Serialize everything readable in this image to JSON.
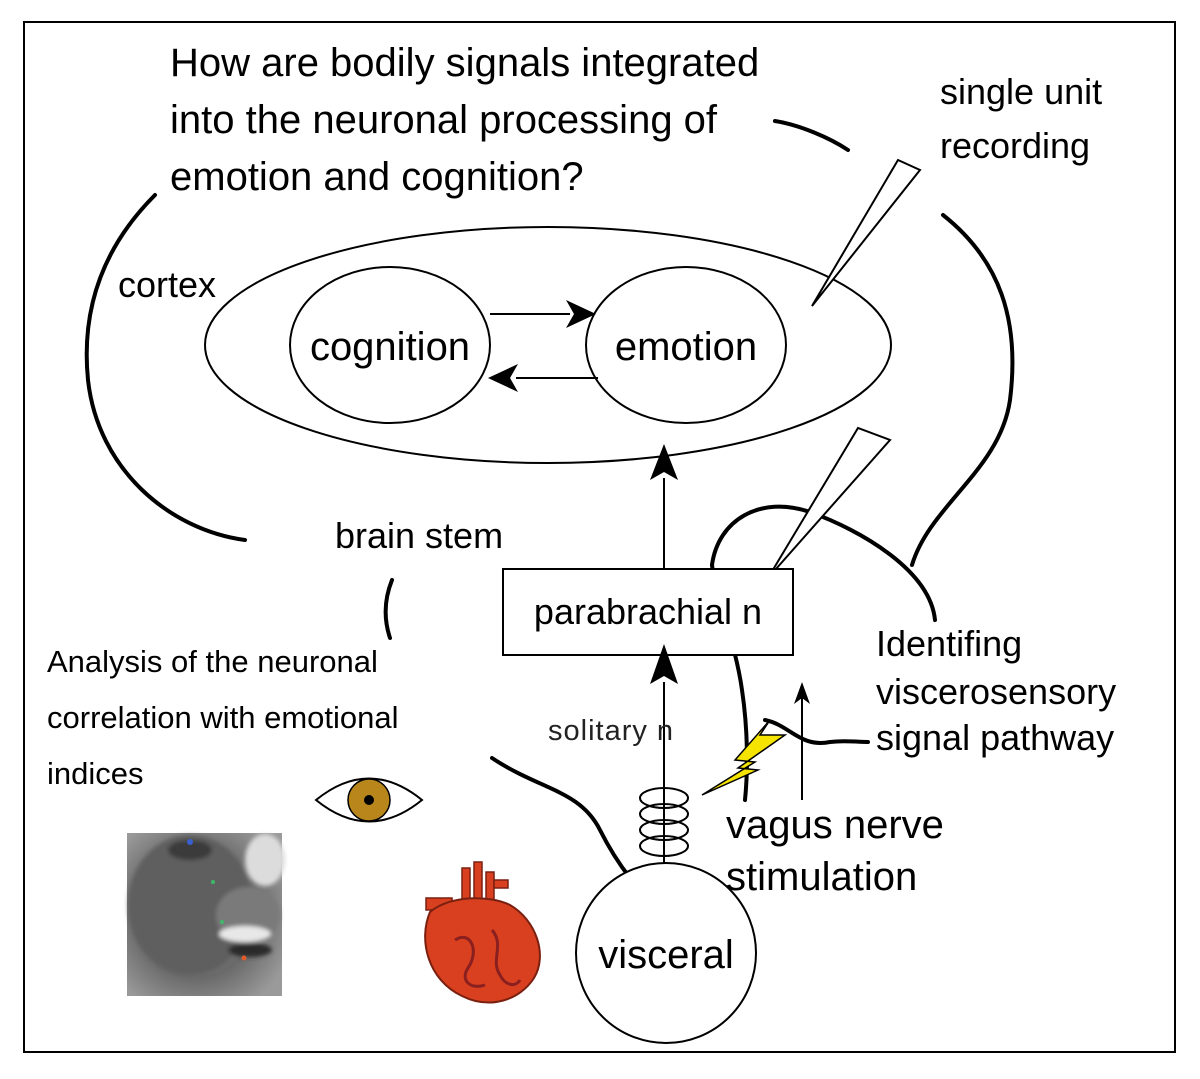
{
  "question": {
    "line1": "How are bodily signals integrated",
    "line2": "into the neuronal processing of",
    "line3": "emotion and cognition?"
  },
  "single_unit": {
    "line1": "single unit",
    "line2": "recording"
  },
  "labels": {
    "cortex": "cortex",
    "cognition": "cognition",
    "emotion": "emotion",
    "brain_stem": "brain stem",
    "parabrachial": "parabrachial n",
    "solitary": "solitary n",
    "visceral": "visceral"
  },
  "analysis": {
    "line1": "Analysis of the neuronal",
    "line2": "correlation with emotional",
    "line3": "indices"
  },
  "identifying": {
    "line1": "Identifing",
    "line2": "viscerosensory",
    "line3": "signal pathway"
  },
  "vagus": {
    "line1": "vagus nerve",
    "line2": "stimulation"
  },
  "colors": {
    "lightning": "#f5e400",
    "heart": "#d8401f",
    "heart_vessel": "#8a1f1f",
    "iris": "#b8861b"
  },
  "icons": [
    "lightning-icon",
    "eye-icon",
    "heart-icon",
    "monkey-face-photo",
    "electrode-icon",
    "coil-icon"
  ]
}
